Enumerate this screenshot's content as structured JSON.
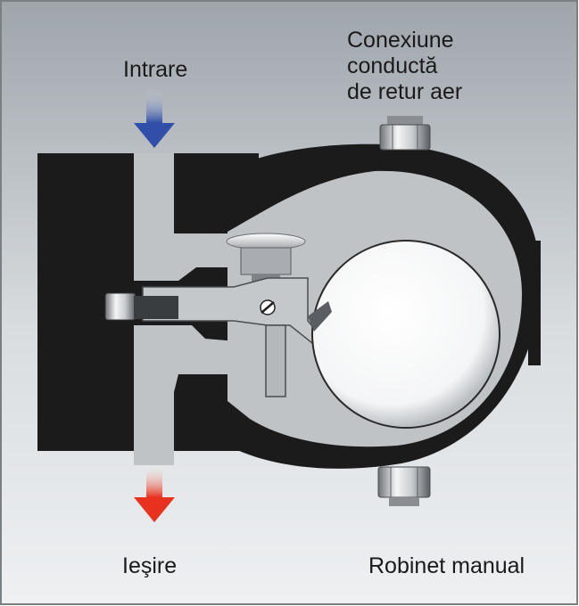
{
  "labels": {
    "inlet": "Intrare",
    "air_return": [
      "Conexiune",
      "conductă",
      "de retur aer"
    ],
    "outlet": "Ieşire",
    "manual_valve": "Robinet manual"
  },
  "colors": {
    "background": "#ffffff",
    "panel_top": "#9ea5ab",
    "panel_bottom": "#eef0f2",
    "body_casting": "#1b1b1b",
    "cavity": "#bfc3c6",
    "float_ball": "#ffffff",
    "inlet_arrow": "#2f4fa8",
    "outlet_arrow": "#e8321e",
    "frame": "#7a7f84"
  },
  "icons": [
    "inlet-arrow-icon",
    "outlet-arrow-icon",
    "air-return-fitting-icon",
    "manual-valve-fitting-icon"
  ]
}
